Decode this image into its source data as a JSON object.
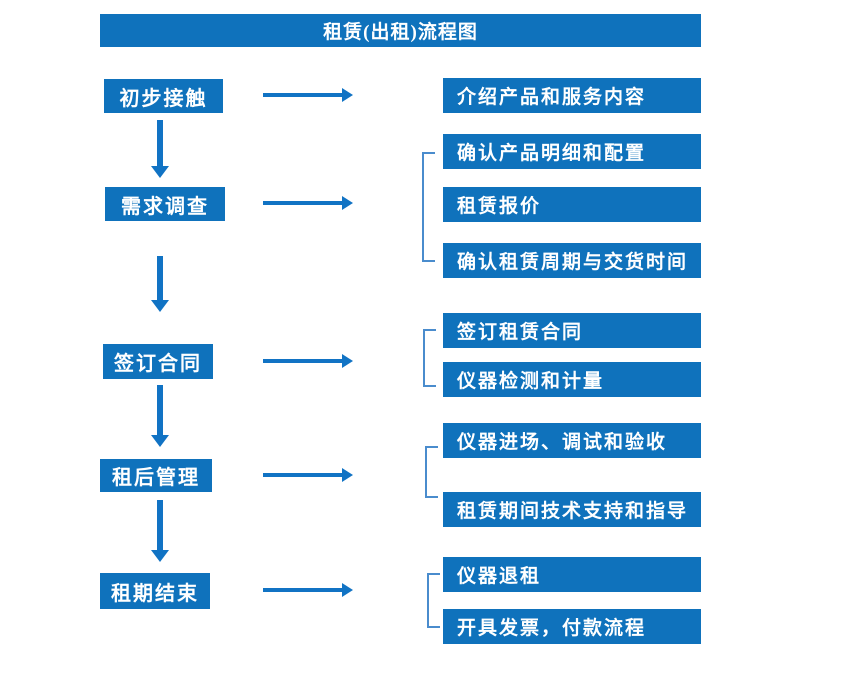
{
  "title": "租赁(出租)流程图",
  "colors": {
    "box_fill": "#0f72bc",
    "arrow": "#1173c4",
    "bracket": "#4a8ccd",
    "text": "#ffffff",
    "background": "#ffffff"
  },
  "flow": [
    {
      "step": "初步接触",
      "outputs": [
        "介绍产品和服务内容"
      ]
    },
    {
      "step": "需求调查",
      "outputs": [
        "确认产品明细和配置",
        "租赁报价",
        "确认租赁周期与交货时间"
      ]
    },
    {
      "step": "签订合同",
      "outputs": [
        "签订租赁合同",
        "仪器检测和计量"
      ]
    },
    {
      "step": "租后管理",
      "outputs": [
        "仪器进场、调试和验收",
        "租赁期间技术支持和指导"
      ]
    },
    {
      "step": "租期结束",
      "outputs": [
        "仪器退租",
        "开具发票，付款流程"
      ]
    }
  ]
}
